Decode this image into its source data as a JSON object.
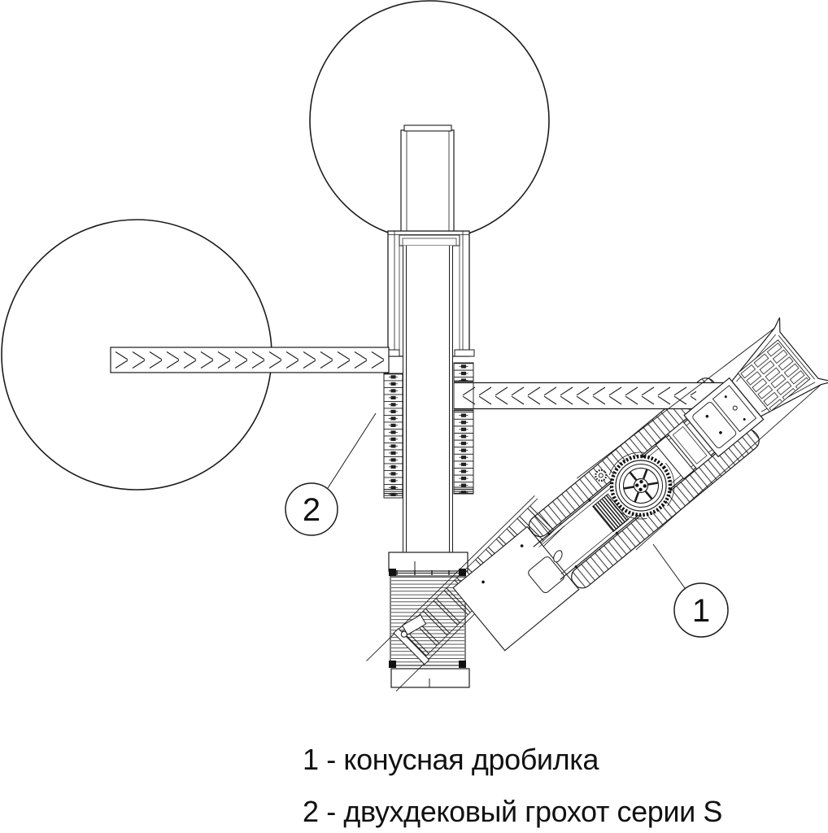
{
  "page": {
    "background": "#ffffff",
    "line_color": "#1c1c1c",
    "text_color": "#111111"
  },
  "callouts": [
    {
      "number": "1",
      "target": "cone crusher"
    },
    {
      "number": "2",
      "target": "double-deck screen"
    }
  ],
  "legend": {
    "items": [
      {
        "text": "1 - конусная дробилка"
      },
      {
        "text": "2 - двухдековый грохот серии S"
      }
    ]
  }
}
